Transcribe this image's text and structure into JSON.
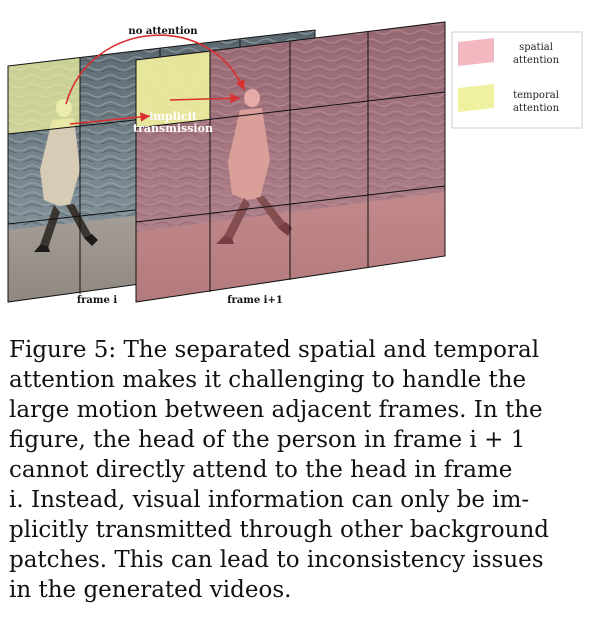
{
  "figure": {
    "no_attention_label": "no attention",
    "implicit_label_line1": "implicit",
    "implicit_label_line2": "transmission",
    "frame_i_label": "frame i",
    "frame_i1_label": "frame i+1",
    "legend": {
      "spatial_line1": "spatial",
      "spatial_line2": "attention",
      "temporal_line1": "temporal",
      "temporal_line2": "attention"
    },
    "colors": {
      "spatial": "#f2b8c0",
      "temporal": "#eef2a0",
      "arrow": "#d92f2f"
    }
  },
  "caption": {
    "line1": "Figure 5: The separated spatial and temporal",
    "line2": "attention makes it challenging to handle the",
    "line3": "large motion between adjacent frames. In the",
    "line4": "figure, the head of the person in frame i + 1",
    "line5": "cannot directly attend to the head in frame",
    "line6": "i. Instead, visual information can only be im-",
    "line7": "plicitly transmitted through other background",
    "line8": "patches. This can lead to inconsistency issues",
    "line9": "in the generated videos."
  }
}
